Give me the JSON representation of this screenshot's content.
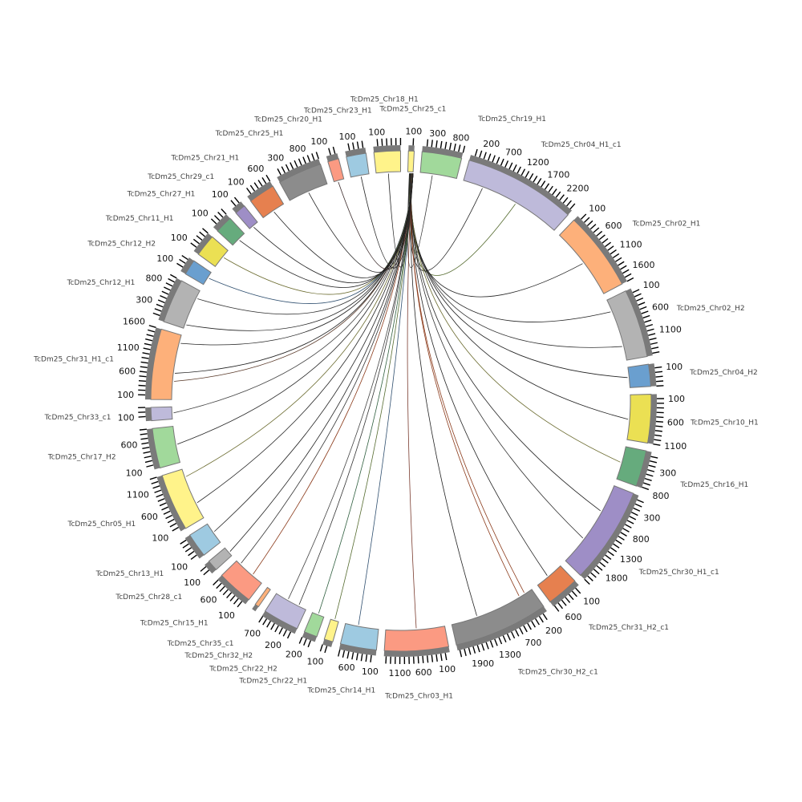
{
  "chart_data": {
    "type": "circos",
    "title": "",
    "tick_interval_kb": 100,
    "segments": [
      {
        "name": "TcDm25_Chr25_c1",
        "length": 130,
        "color": "#fff38a"
      },
      {
        "name": "TcDm25_Chr19_H1",
        "length": 900,
        "color": "#a1d99b"
      },
      {
        "name": "TcDm25_Chr04_H1_c1",
        "length": 2550,
        "color": "#bebada"
      },
      {
        "name": "TcDm25_Chr02_H1",
        "length": 1800,
        "color": "#fdb07a"
      },
      {
        "name": "TcDm25_Chr02_H2",
        "length": 1550,
        "color": "#b3b3b3"
      },
      {
        "name": "TcDm25_Chr04_H2",
        "length": 500,
        "color": "#6a9fcf"
      },
      {
        "name": "TcDm25_Chr10_H1",
        "length": 1100,
        "color": "#ebe053"
      },
      {
        "name": "TcDm25_Chr16_H1",
        "length": 820,
        "color": "#66ab7d"
      },
      {
        "name": "TcDm25_Chr30_H1_c1",
        "length": 2200,
        "color": "#9e8ec6"
      },
      {
        "name": "TcDm25_Chr31_H2_c1",
        "length": 730,
        "color": "#e6804f"
      },
      {
        "name": "TcDm25_Chr30_H2_c1",
        "length": 2150,
        "color": "#8c8c8c"
      },
      {
        "name": "TcDm25_Chr03_H1",
        "length": 1450,
        "color": "#fb9a82"
      },
      {
        "name": "TcDm25_Chr14_H1",
        "length": 820,
        "color": "#9ecae1"
      },
      {
        "name": "TcDm25_Chr22_H1",
        "length": 200,
        "color": "#fff38a"
      },
      {
        "name": "TcDm25_Chr22_H2",
        "length": 300,
        "color": "#a1d99b"
      },
      {
        "name": "TcDm25_Chr32_H2",
        "length": 820,
        "color": "#bebada"
      },
      {
        "name": "TcDm25_Chr35_c1",
        "length": 90,
        "color": "#fdb07a"
      },
      {
        "name": "TcDm25_Chr15_H1",
        "length": 820,
        "color": "#fb9a82"
      },
      {
        "name": "TcDm25_Chr28_c1",
        "length": 250,
        "color": "#b3b3b3"
      },
      {
        "name": "TcDm25_Chr13_H1",
        "length": 550,
        "color": "#9ecae1"
      },
      {
        "name": "TcDm25_Chr05_H1",
        "length": 1300,
        "color": "#fff38a"
      },
      {
        "name": "TcDm25_Chr17_H2",
        "length": 900,
        "color": "#a1d99b"
      },
      {
        "name": "TcDm25_Chr33_c1",
        "length": 300,
        "color": "#bebada"
      },
      {
        "name": "TcDm25_Chr31_H1_c1",
        "length": 1600,
        "color": "#fdb07a"
      },
      {
        "name": "TcDm25_Chr12_H1",
        "length": 1000,
        "color": "#b3b3b3"
      },
      {
        "name": "TcDm25_Chr12_H2",
        "length": 350,
        "color": "#6a9fcf"
      },
      {
        "name": "TcDm25_Chr11_H1",
        "length": 500,
        "color": "#ebe053"
      },
      {
        "name": "TcDm25_Chr27_H1",
        "length": 400,
        "color": "#66ab7d"
      },
      {
        "name": "TcDm25_Chr29_c1",
        "length": 250,
        "color": "#9e8ec6"
      },
      {
        "name": "TcDm25_Chr21_H1",
        "length": 600,
        "color": "#e6804f"
      },
      {
        "name": "TcDm25_Chr25_H1",
        "length": 1000,
        "color": "#8c8c8c"
      },
      {
        "name": "TcDm25_Chr20_H1",
        "length": 250,
        "color": "#fb9a82"
      },
      {
        "name": "TcDm25_Chr23_H1",
        "length": 450,
        "color": "#9ecae1"
      },
      {
        "name": "TcDm25_Chr18_H1",
        "length": 600,
        "color": "#fff38a"
      }
    ],
    "links": [
      {
        "from": 1,
        "pos": 300,
        "to": 0,
        "tpos": 40,
        "color": "#333"
      },
      {
        "from": 2,
        "pos": 500,
        "to": 0,
        "tpos": 50,
        "color": "#222"
      },
      {
        "from": 2,
        "pos": 1400,
        "to": 0,
        "tpos": 60,
        "color": "#556b2f"
      },
      {
        "from": 3,
        "pos": 900,
        "to": 0,
        "tpos": 60,
        "color": "#222"
      },
      {
        "from": 4,
        "pos": 300,
        "to": 0,
        "tpos": 70,
        "color": "#222"
      },
      {
        "from": 4,
        "pos": 1200,
        "to": 0,
        "tpos": 70,
        "color": "#333"
      },
      {
        "from": 5,
        "pos": 250,
        "to": 0,
        "tpos": 80,
        "color": "#222"
      },
      {
        "from": 6,
        "pos": 600,
        "to": 0,
        "tpos": 80,
        "color": "#222"
      },
      {
        "from": 7,
        "pos": 400,
        "to": 0,
        "tpos": 90,
        "color": "#6b6b2f"
      },
      {
        "from": 8,
        "pos": 700,
        "to": 0,
        "tpos": 90,
        "color": "#222"
      },
      {
        "from": 8,
        "pos": 1500,
        "to": 0,
        "tpos": 95,
        "color": "#333"
      },
      {
        "from": 9,
        "pos": 400,
        "to": 0,
        "tpos": 100,
        "color": "#222"
      },
      {
        "from": 10,
        "pos": 200,
        "to": 0,
        "tpos": 100,
        "color": "#8b3a1a"
      },
      {
        "from": 10,
        "pos": 350,
        "to": 0,
        "tpos": 105,
        "color": "#8b3a1a"
      },
      {
        "from": 10,
        "pos": 1500,
        "to": 0,
        "tpos": 105,
        "color": "#222"
      },
      {
        "from": 11,
        "pos": 700,
        "to": 0,
        "tpos": 110,
        "color": "#7a3b2e"
      },
      {
        "from": 12,
        "pos": 500,
        "to": 0,
        "tpos": 110,
        "color": "#2f4f6f"
      },
      {
        "from": 13,
        "pos": 100,
        "to": 0,
        "tpos": 115,
        "color": "#556b2f"
      },
      {
        "from": 14,
        "pos": 150,
        "to": 0,
        "tpos": 115,
        "color": "#2f5f3f"
      },
      {
        "from": 15,
        "pos": 200,
        "to": 0,
        "tpos": 118,
        "color": "#333"
      },
      {
        "from": 15,
        "pos": 500,
        "to": 0,
        "tpos": 118,
        "color": "#444"
      },
      {
        "from": 17,
        "pos": 300,
        "to": 0,
        "tpos": 120,
        "color": "#8b3a1a"
      },
      {
        "from": 17,
        "pos": 700,
        "to": 0,
        "tpos": 120,
        "color": "#333"
      },
      {
        "from": 18,
        "pos": 100,
        "to": 0,
        "tpos": 122,
        "color": "#222"
      },
      {
        "from": 19,
        "pos": 300,
        "to": 0,
        "tpos": 122,
        "color": "#222"
      },
      {
        "from": 20,
        "pos": 400,
        "to": 0,
        "tpos": 124,
        "color": "#222"
      },
      {
        "from": 20,
        "pos": 1100,
        "to": 0,
        "tpos": 124,
        "color": "#6b6b2f"
      },
      {
        "from": 21,
        "pos": 450,
        "to": 0,
        "tpos": 125,
        "color": "#222"
      },
      {
        "from": 22,
        "pos": 150,
        "to": 0,
        "tpos": 126,
        "color": "#444"
      },
      {
        "from": 23,
        "pos": 450,
        "to": 0,
        "tpos": 126,
        "color": "#5a3a2a"
      },
      {
        "from": 23,
        "pos": 650,
        "to": 0,
        "tpos": 127,
        "color": "#222"
      },
      {
        "from": 23,
        "pos": 1400,
        "to": 0,
        "tpos": 127,
        "color": "#222"
      },
      {
        "from": 24,
        "pos": 100,
        "to": 0,
        "tpos": 128,
        "color": "#222"
      },
      {
        "from": 24,
        "pos": 800,
        "to": 0,
        "tpos": 128,
        "color": "#333"
      },
      {
        "from": 25,
        "pos": 200,
        "to": 0,
        "tpos": 129,
        "color": "#2f4f6f"
      },
      {
        "from": 26,
        "pos": 300,
        "to": 0,
        "tpos": 129,
        "color": "#6b6b2f"
      },
      {
        "from": 27,
        "pos": 200,
        "to": 0,
        "tpos": 130,
        "color": "#222"
      },
      {
        "from": 28,
        "pos": 100,
        "to": 0,
        "tpos": 130,
        "color": "#222"
      },
      {
        "from": 29,
        "pos": 300,
        "to": 0,
        "tpos": 130,
        "color": "#222"
      },
      {
        "from": 30,
        "pos": 500,
        "to": 0,
        "tpos": 130,
        "color": "#222"
      },
      {
        "from": 31,
        "pos": 100,
        "to": 0,
        "tpos": 130,
        "color": "#3a2a2a"
      },
      {
        "from": 32,
        "pos": 250,
        "to": 0,
        "tpos": 130,
        "color": "#222"
      },
      {
        "from": 33,
        "pos": 300,
        "to": 0,
        "tpos": 130,
        "color": "#222"
      }
    ]
  }
}
